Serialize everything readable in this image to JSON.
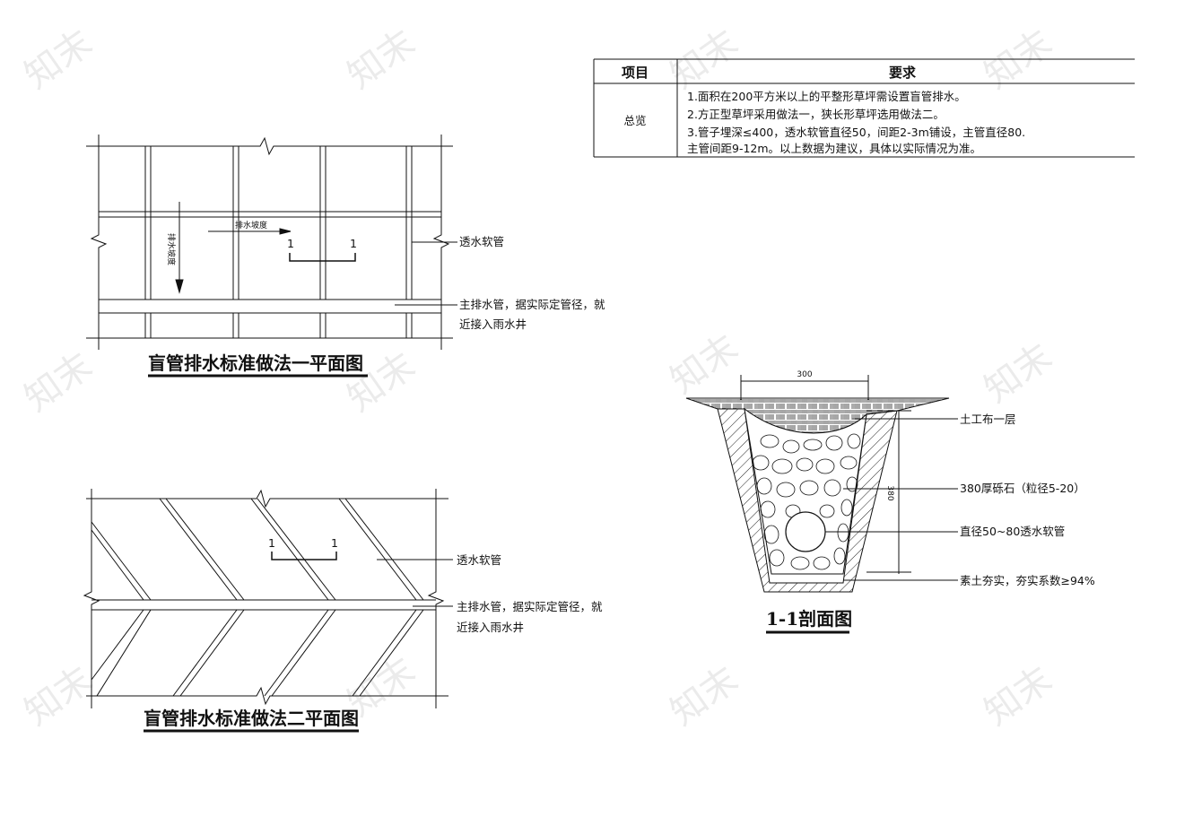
{
  "table": {
    "header_item": "项目",
    "header_req": "要求",
    "row_label": "总览",
    "lines": [
      "1.面积在200平方米以上的平整形草坪需设置盲管排水。",
      "2.方正型草坪采用做法一，狭长形草坪选用做法二。",
      "3.管子埋深≤400，透水软管直径50，间距2-3m铺设，主管直径80.",
      "主管间距9-12m。以上数据为建议，具体以实际情况为准。"
    ]
  },
  "plan1": {
    "title": "盲管排水标准做法一平面图",
    "slope_h": "排水坡度",
    "slope_v": "排水坡度",
    "section_left": "1",
    "section_right": "1",
    "label_hose": "透水软管",
    "label_main_1": "主排水管，据实际定管径，就",
    "label_main_2": "近接入雨水井"
  },
  "plan2": {
    "title": "盲管排水标准做法二平面图",
    "section_left": "1",
    "section_right": "1",
    "label_hose": "透水软管",
    "label_main_1": "主排水管，据实际定管径，就",
    "label_main_2": "近接入雨水井"
  },
  "section": {
    "title": "1-1剖面图",
    "dim_width": "300",
    "dim_depth": "380",
    "label_geotextile": "土工布一层",
    "label_gravel": "380厚砾石（粒径5-20）",
    "label_pipe": "直径50~80透水软管",
    "label_soil": "素土夯实，夯实系数≥94%"
  },
  "watermark": "知末"
}
